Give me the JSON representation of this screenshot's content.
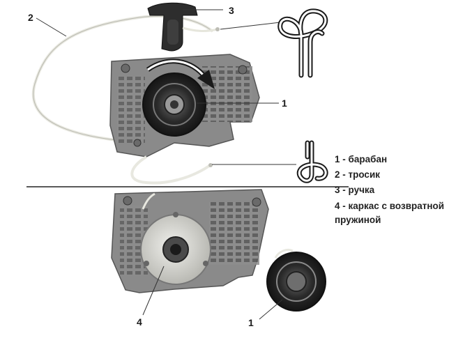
{
  "callouts": {
    "c1_top": "1",
    "c2": "2",
    "c3": "3",
    "c1_bottom": "1",
    "c4": "4"
  },
  "legend": {
    "items": [
      "1 - барабан",
      "2 - тросик",
      "3 - ручка",
      "4 -  каркас с возвратной пружиной"
    ]
  },
  "colors": {
    "housing": "#8a8a8a",
    "housing_dark": "#5e5e5e",
    "drum": "#2b2b2b",
    "rope": "#f2f2ea",
    "spring_plate": "#dcdcd6"
  }
}
